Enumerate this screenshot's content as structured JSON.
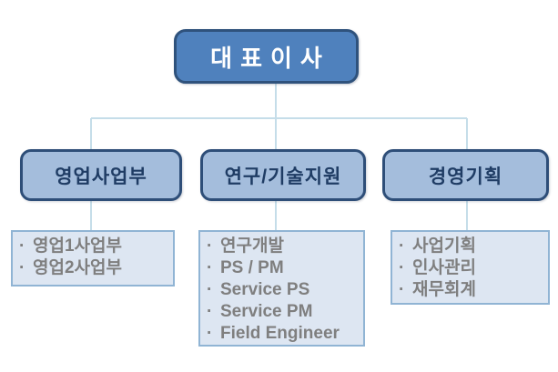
{
  "org_chart": {
    "bullet": "·",
    "root": {
      "label": "대표이사"
    },
    "divisions": [
      {
        "label": "영업사업부",
        "items": [
          "영업1사업부",
          "영업2사업부"
        ]
      },
      {
        "label": "연구/기술지원",
        "items": [
          "연구개발",
          "PS / PM",
          "Service PS",
          "Service PM",
          "Field Engineer"
        ]
      },
      {
        "label": "경영기획",
        "items": [
          "사업기획",
          "인사관리",
          "재무회계"
        ]
      }
    ]
  },
  "colors": {
    "background": "#ffffff",
    "root-fill": "#4f81bd",
    "root-border": "#2f527c",
    "root-text": "#ffffff",
    "division-fill": "#a4bddc",
    "division-border": "#2e4e78",
    "division-text": "#1f3c64",
    "list-fill": "#dde6f2",
    "list-border": "#90b4d4",
    "list-text": "#7f7f7f",
    "connector": "#c5dde9"
  }
}
